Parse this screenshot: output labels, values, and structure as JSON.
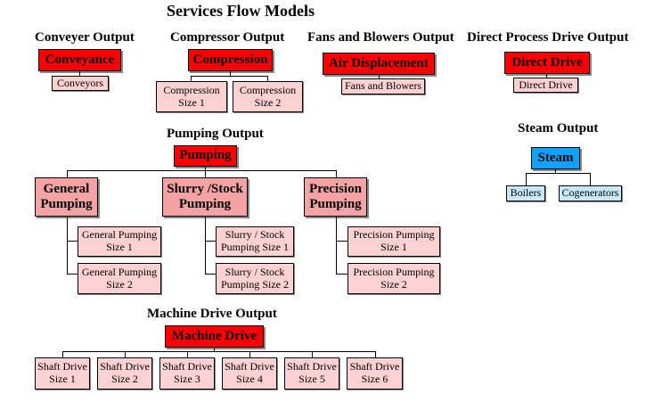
{
  "title": "Services Flow Models",
  "conveyor": {
    "heading": "Conveyer Output",
    "main": "Conveyance",
    "leaf": "Conveyors"
  },
  "compressor": {
    "heading": "Compressor Output",
    "main": "Compression",
    "leaf1": "Compression Size 1",
    "leaf2": "Compression Size 2"
  },
  "fans": {
    "heading": "Fans and Blowers Output",
    "main": "Air Displacement",
    "leaf": "Fans and Blowers"
  },
  "direct": {
    "heading": "Direct Process Drive Output",
    "main": "Direct Drive",
    "leaf": "Direct Drive"
  },
  "steam": {
    "heading": "Steam Output",
    "main": "Steam",
    "leaf1": "Boilers",
    "leaf2": "Cogenerators"
  },
  "pumping": {
    "heading": "Pumping Output",
    "main": "Pumping",
    "general": {
      "label": "General Pumping",
      "leaf1": "General Pumping Size 1",
      "leaf2": "General Pumping Size 2"
    },
    "slurry": {
      "label": "Slurry /Stock Pumping",
      "leaf1": "Slurry / Stock Pumping Size 1",
      "leaf2": "Slurry / Stock Pumping Size 2"
    },
    "precision": {
      "label": "Precision Pumping",
      "leaf1": "Precision Pumping Size 1",
      "leaf2": "Precision Pumping Size 2"
    }
  },
  "machine": {
    "heading": "Machine Drive Output",
    "main": "Machine Drive",
    "sizes": [
      "Shaft Drive Size 1",
      "Shaft Drive Size 2",
      "Shaft Drive Size 3",
      "Shaft Drive Size 4",
      "Shaft Drive Size 5",
      "Shaft Drive Size 6"
    ]
  },
  "colors": {
    "main": "#ff0000",
    "mid": "#f4a3a5",
    "leaf": "#fbd1d1",
    "steam": "#0ea1ff",
    "steam_leaf": "#c7e9fb"
  }
}
